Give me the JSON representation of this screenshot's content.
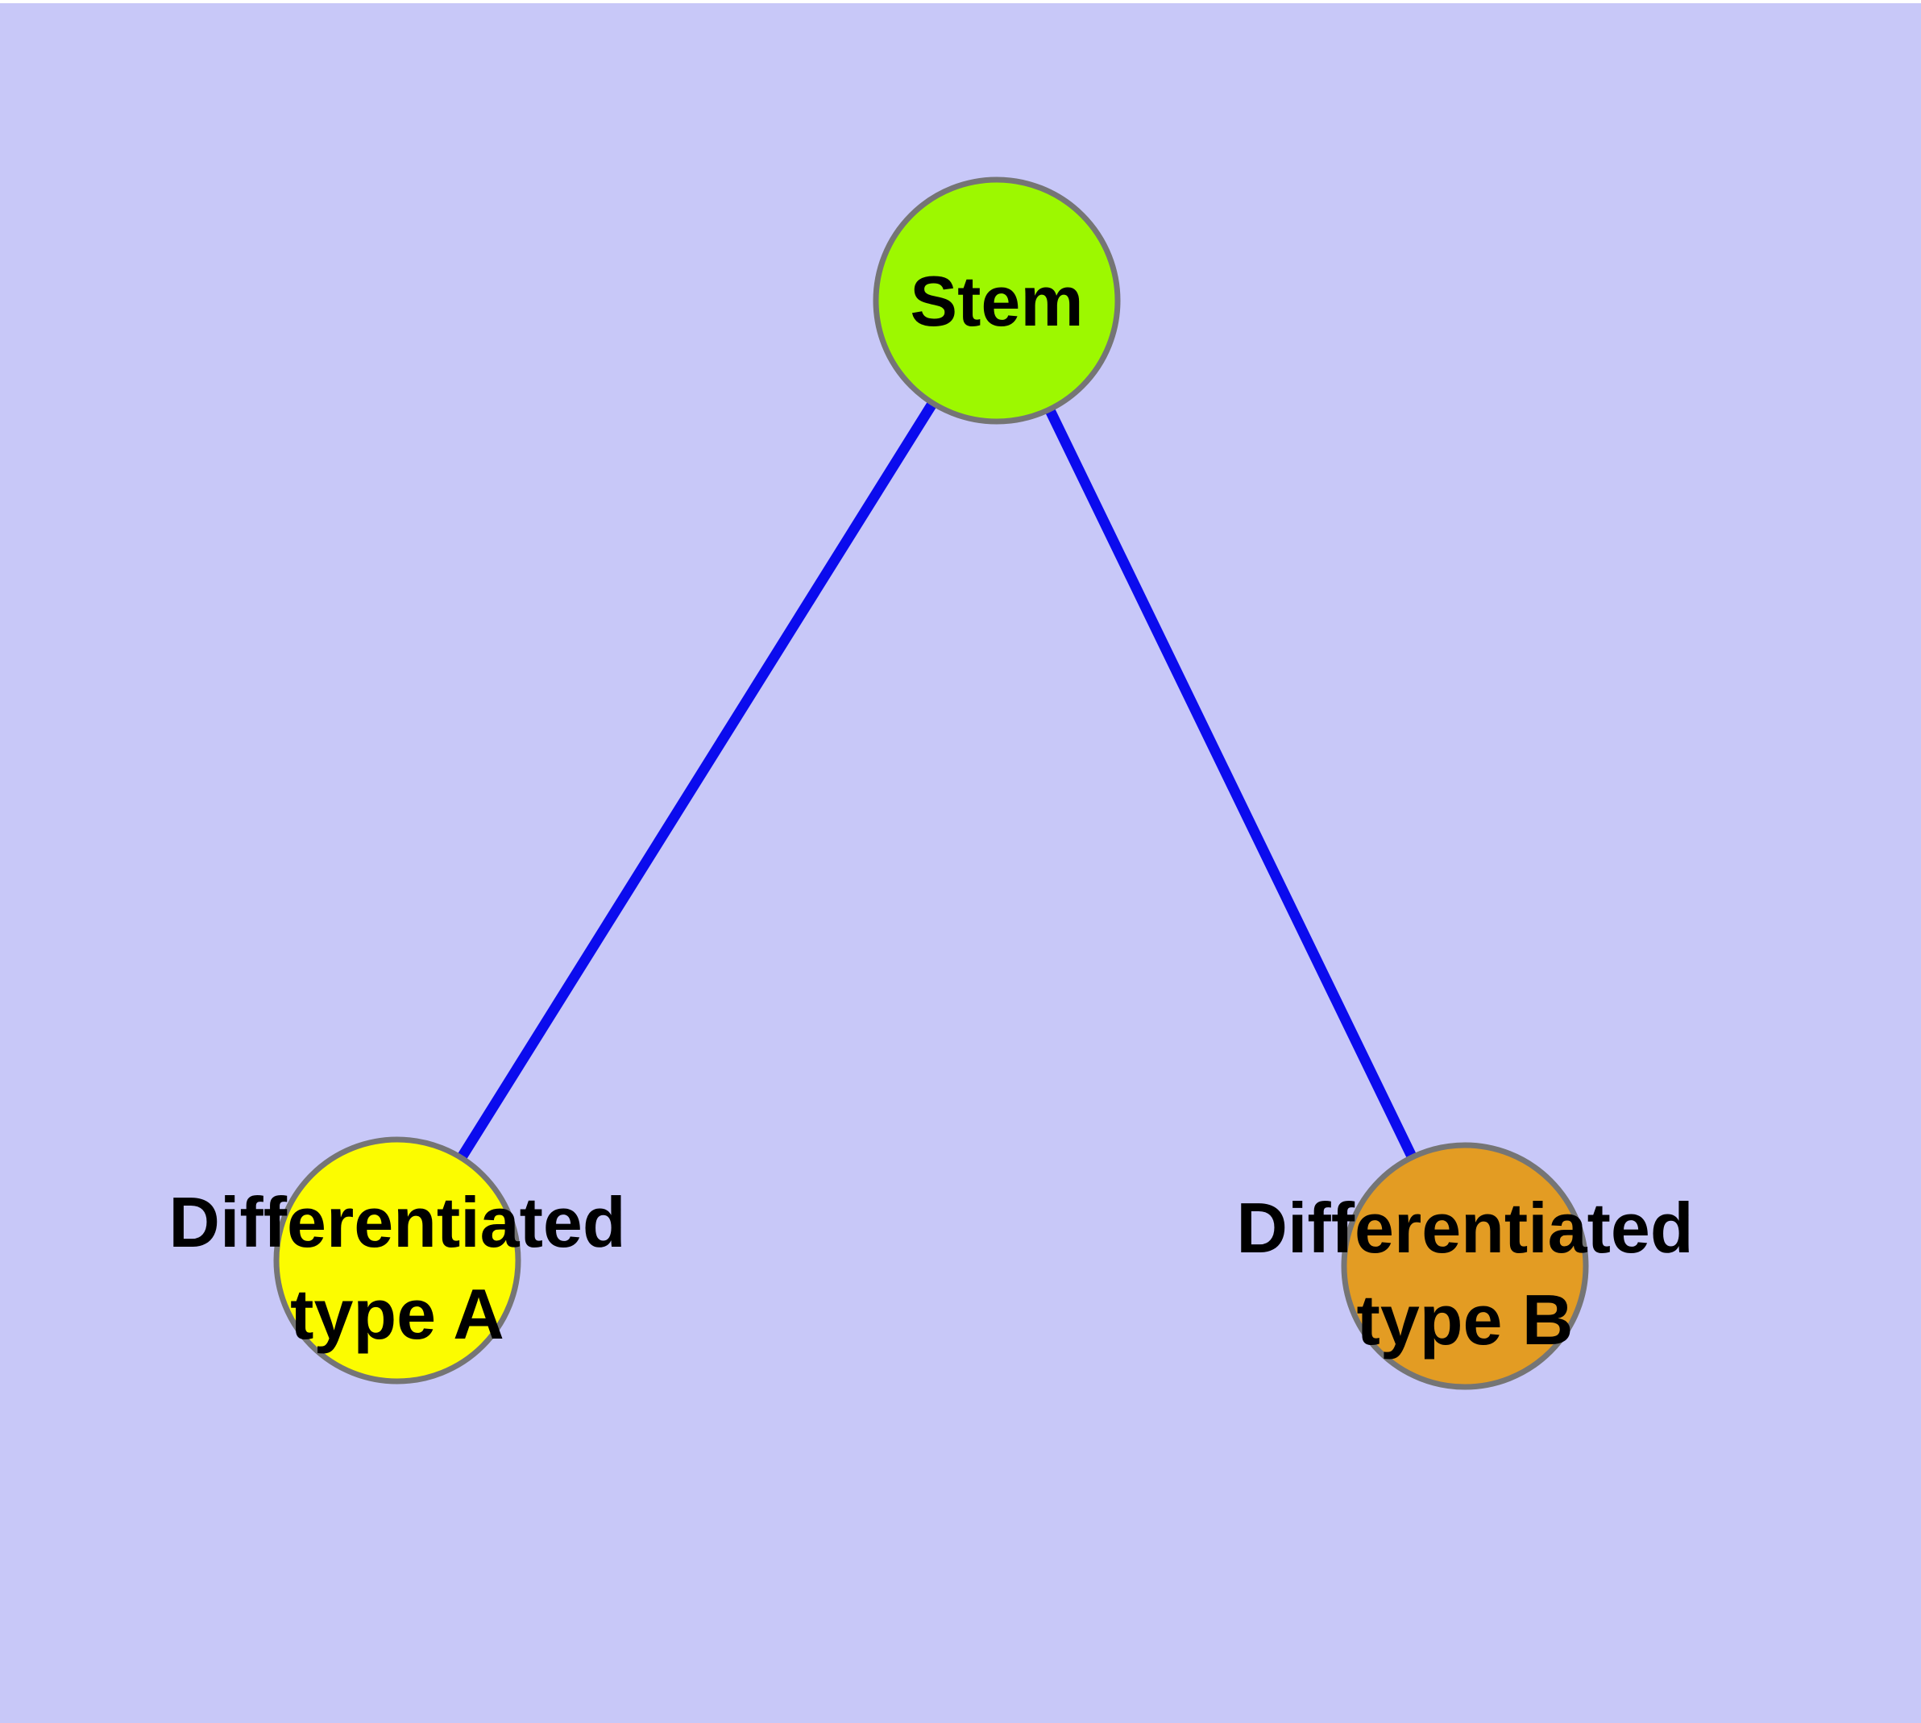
{
  "diagram": {
    "background_color": "#c8c8f8",
    "margin_color": "#ffffff",
    "edge_color": "#0b0bee",
    "node_border_color": "#757575",
    "text_color": "#000000",
    "nodes": [
      {
        "id": "stem",
        "label_lines": [
          "Stem"
        ],
        "fill": "#9df800"
      },
      {
        "id": "differentiated-type-a",
        "label_lines": [
          "Differentiated",
          "type A"
        ],
        "fill": "#fcfc00"
      },
      {
        "id": "differentiated-type-b",
        "label_lines": [
          "Differentiated",
          "type B"
        ],
        "fill": "#e39c23"
      }
    ],
    "edges": [
      {
        "from": "stem",
        "to": "differentiated-type-a"
      },
      {
        "from": "stem",
        "to": "differentiated-type-b"
      }
    ]
  }
}
